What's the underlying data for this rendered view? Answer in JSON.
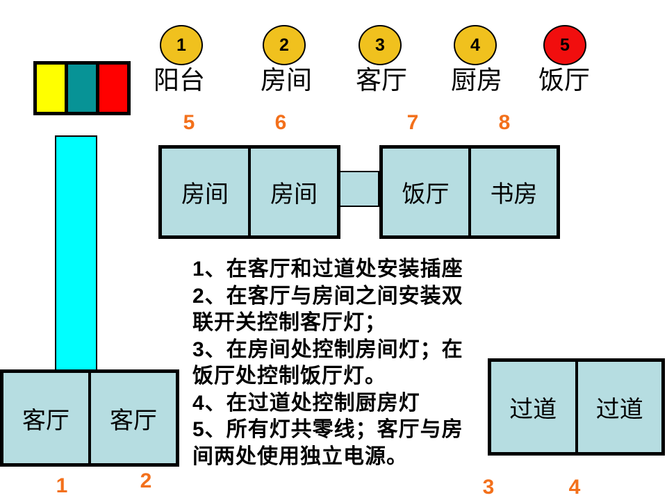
{
  "palette": {
    "badge_gold": "#F0C11E",
    "badge_red": "#F10E0E",
    "legend_yellow": "#FFFF00",
    "legend_teal": "#079396",
    "legend_red": "#FF0000",
    "room_fill": "#B6DDE1",
    "riser_cyan": "#00FFFF",
    "number_orange": "#F3701B",
    "outline_black": "#000000",
    "background": "#FFFFFF"
  },
  "circuit_badges": [
    {
      "number": "1",
      "label": "阳台"
    },
    {
      "number": "2",
      "label": "房间"
    },
    {
      "number": "3",
      "label": "客厅"
    },
    {
      "number": "4",
      "label": "厨房"
    },
    {
      "number": "5",
      "label": "饭厅"
    }
  ],
  "upper_rooms": {
    "point_numbers": [
      "5",
      "6",
      "7",
      "8"
    ],
    "left_cells": [
      "房间",
      "房间"
    ],
    "right_cells": [
      "饭厅",
      "书房"
    ]
  },
  "living_room": {
    "cells": [
      "客厅",
      "客厅"
    ],
    "point_numbers": [
      "1",
      "2"
    ]
  },
  "corridor": {
    "cells": [
      "过道",
      "过道"
    ],
    "point_numbers": [
      "3",
      "4"
    ]
  },
  "instructions": {
    "lines": [
      "1、在客厅和过道处安装插座",
      "2、在客厅与房间之间安装双",
      "联开关控制客厅灯；",
      "3、在房间处控制房间灯；在",
      "饭厅处控制饭厅灯。",
      "4、在过道处控制厨房灯",
      "5、所有灯共零线；客厅与房",
      "间两处使用独立电源。"
    ]
  }
}
